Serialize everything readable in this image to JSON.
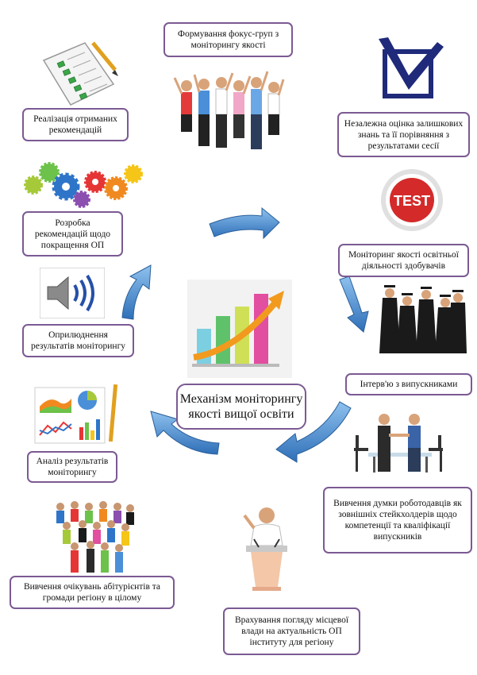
{
  "title": {
    "lines": [
      "Механізм моніторингу",
      "якості вищої освіти"
    ]
  },
  "steps": [
    {
      "id": "focus-groups",
      "lines": [
        "Формування фокус-груп з",
        "моніторингу якості"
      ]
    },
    {
      "id": "independent-assessment",
      "lines": [
        "Незалежна оцінка залишкових",
        "знань та її порівняння з",
        "результатами сесії"
      ]
    },
    {
      "id": "monitoring-quality",
      "lines": [
        "Моніторинг якості освітньої",
        "діяльності здобувачів"
      ]
    },
    {
      "id": "graduate-interview",
      "lines": [
        "Інтерв'ю з випускниками"
      ]
    },
    {
      "id": "employers-opinion",
      "lines": [
        "Вивчення думки роботодавців як",
        "зовнішніх стейкхолдерів щодо",
        "компетенції та кваліфікації",
        "випускників"
      ]
    },
    {
      "id": "local-authority",
      "lines": [
        "Врахування погляду місцевої",
        "влади на актуальність ОП",
        "інституту для регіону"
      ]
    },
    {
      "id": "applicants-expectations",
      "lines": [
        "Вивчення очікувань абітурієнтів та",
        "громади регіону в цілому"
      ]
    },
    {
      "id": "results-analysis",
      "lines": [
        "Аналіз результатів",
        "моніторингу"
      ]
    },
    {
      "id": "results-publication",
      "lines": [
        "Оприлюднення",
        "результатів моніторингу"
      ]
    },
    {
      "id": "recommendations-development",
      "lines": [
        "Розробка",
        "рекомендацій щодо",
        "покращення ОП"
      ]
    },
    {
      "id": "recommendations-implementation",
      "lines": [
        "Реалізація отриманих",
        "рекомендацій"
      ]
    }
  ],
  "icons": {
    "test_badge": "TEST",
    "names": [
      "checklist-icon",
      "people-celebrating-icon",
      "checkmark-box-icon",
      "test-badge-icon",
      "graduates-icon",
      "handshake-icon",
      "speaker-podium-icon",
      "crowd-icon",
      "analytics-charts-icon",
      "loudspeaker-icon",
      "gears-icon",
      "bar-chart-growth-icon"
    ]
  },
  "colors": {
    "box_border": "#7b5a93",
    "arrow": "#3d7fc4",
    "check": "#1f2a7a"
  }
}
